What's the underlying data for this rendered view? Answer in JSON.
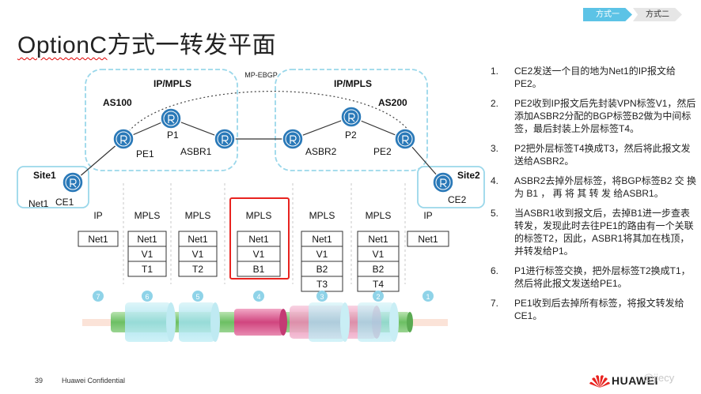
{
  "slide": {
    "title_latin": "OptionC",
    "title_cjk": "方式一转发平面",
    "tabs": [
      "方式一",
      "方式二"
    ],
    "page_number": "39",
    "confidential": "Huawei Confidential",
    "brand": "HUAWEI",
    "watermark": "@jiecy"
  },
  "diagram": {
    "peering_label": "MP-EBGP",
    "as_left": {
      "cloud": "IP/MPLS",
      "as": "AS100"
    },
    "as_right": {
      "cloud": "IP/MPLS",
      "as": "AS200"
    },
    "sites": {
      "left": "Site1",
      "right": "Site2"
    },
    "routers": {
      "ce1": "CE1",
      "pe1": "PE1",
      "p1": "P1",
      "asbr1": "ASBR1",
      "asbr2": "ASBR2",
      "p2": "P2",
      "pe2": "PE2",
      "ce2": "CE2"
    },
    "net1_label": "Net1",
    "columns": [
      {
        "header": "IP",
        "stack": [
          "Net1"
        ]
      },
      {
        "header": "MPLS",
        "stack": [
          "Net1",
          "V1",
          "T1"
        ]
      },
      {
        "header": "MPLS",
        "stack": [
          "Net1",
          "V1",
          "T2"
        ]
      },
      {
        "header": "MPLS",
        "stack": [
          "Net1",
          "V1",
          "B1"
        ],
        "highlight": true
      },
      {
        "header": "MPLS",
        "stack": [
          "Net1",
          "V1",
          "B2",
          "T3"
        ]
      },
      {
        "header": "MPLS",
        "stack": [
          "Net1",
          "V1",
          "B2",
          "T4"
        ]
      },
      {
        "header": "IP",
        "stack": [
          "Net1"
        ]
      }
    ],
    "step_badges": [
      "7",
      "6",
      "5",
      "4",
      "3",
      "2",
      "1"
    ],
    "colors": {
      "accent": "#5cc3e6",
      "highlight": "#e8231f",
      "label_green": "#7ec47a",
      "label_pink": "#d94a8c",
      "label_cyan": "#9fe0ec"
    }
  },
  "steps": [
    {
      "num": "1.",
      "text": "CE2发送一个目的地为Net1的IP报文给PE2。"
    },
    {
      "num": "2.",
      "text": "PE2收到IP报文后先封装VPN标签V1，然后添加ASBR2分配的BGP标签B2做为中间标签，最后封装上外层标签T4。"
    },
    {
      "num": "3.",
      "text": "P2把外层标签T4换成T3，然后将此报文发送给ASBR2。"
    },
    {
      "num": "4.",
      "text": "ASBR2去掉外层标签，将BGP标签B2 交 换 为 B1 ， 再 将 其 转 发 给ASBR1。"
    },
    {
      "num": "5.",
      "text": "当ASBR1收到报文后，去掉B1进一步查表转发，发现此时去往PE1的路由有一个关联的标签T2，因此，ASBR1将其加在栈顶，并转发给P1。"
    },
    {
      "num": "6.",
      "text": "P1进行标签交换，把外层标签T2换成T1，然后将此报文发送给PE1。"
    },
    {
      "num": "7.",
      "text": "PE1收到后去掉所有标签，将报文转发给CE1。"
    }
  ]
}
